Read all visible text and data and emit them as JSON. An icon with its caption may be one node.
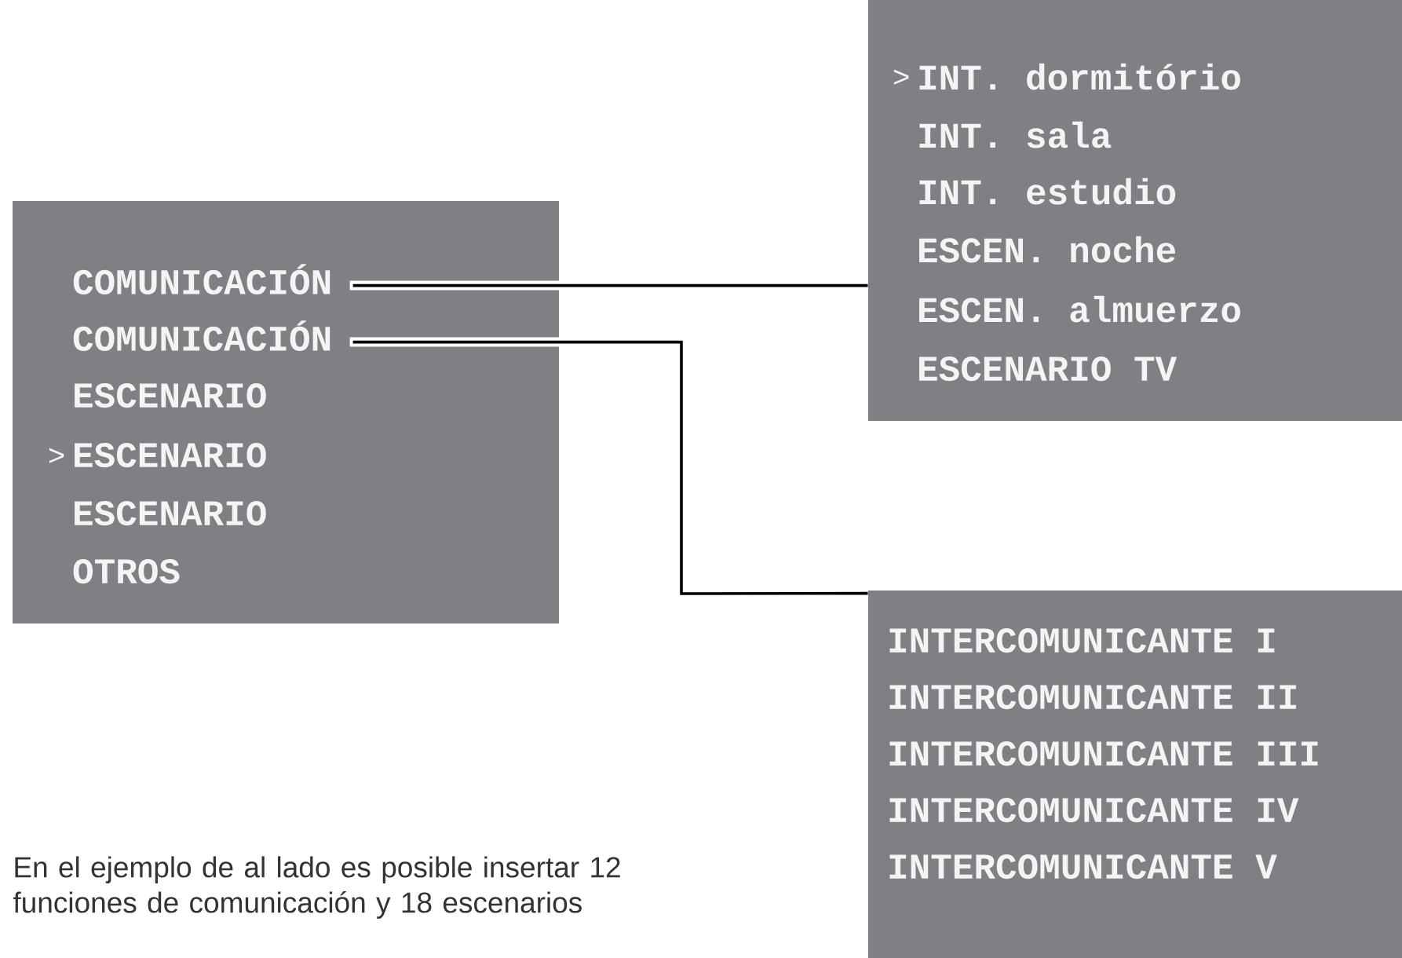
{
  "diagram": {
    "nodes": [
      {
        "text": [],
        "shape": "box"
      },
      {
        "text": [
          "COMUNICACIÓN"
        ],
        "in": 0
      },
      {
        "text": [
          "COMUNICACIÓN"
        ],
        "in": 0
      },
      {
        "text": [
          "ESCENARIO"
        ],
        "in": 0
      },
      {
        "text": [
          "ESCENARIO"
        ],
        "in": 0,
        "beside": [
          ">"
        ]
      },
      {
        "text": [
          "ESCENARIO"
        ],
        "in": 0
      },
      {
        "text": [
          "OTROS"
        ],
        "in": 0
      },
      {
        "text": [],
        "shape": "box"
      },
      {
        "text": [
          "INT. dormitório"
        ],
        "in": 7,
        "beside": [
          ">"
        ]
      },
      {
        "text": [
          "INT. sala"
        ],
        "in": 7
      },
      {
        "text": [
          "INT. estudio"
        ],
        "in": 7
      },
      {
        "text": [
          "ESCEN. noche"
        ],
        "in": 7
      },
      {
        "text": [
          "ESCEN. almuerzo"
        ],
        "in": 7
      },
      {
        "text": [
          "ESCENARIO TV"
        ],
        "in": 7
      },
      {
        "text": [],
        "shape": "box"
      },
      {
        "text": [
          "INTERCOMUNICANTE I"
        ],
        "in": 14
      },
      {
        "text": [
          "INTERCOMUNICANTE II"
        ],
        "in": 14
      },
      {
        "text": [
          "INTERCOMUNICANTE III"
        ],
        "in": 14
      },
      {
        "text": [
          "INTERCOMUNICANTE IV"
        ],
        "in": 14
      },
      {
        "text": [
          "INTERCOMUNICANTE V"
        ],
        "in": 14
      }
    ],
    "edges": [
      {
        "from": 1,
        "to": 7,
        "arrow": "none"
      },
      {
        "from": 2,
        "to": 14,
        "arrow": "none"
      }
    ],
    "labels": [
      "En el ejemplo de al lado es posible insertar 12 funciones de comunicación y 18 escenarios"
    ]
  }
}
